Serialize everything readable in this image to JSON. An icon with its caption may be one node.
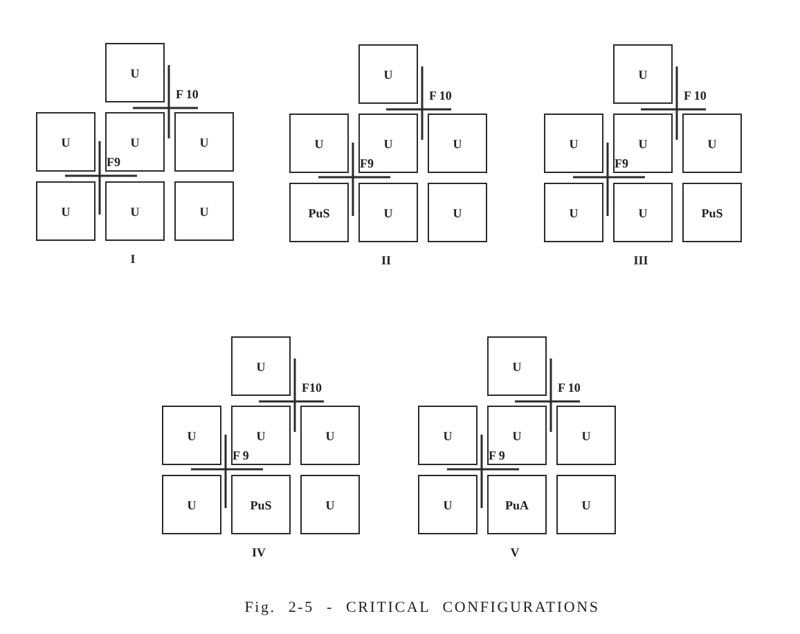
{
  "diagram": {
    "caption": "Fig. 2-5 - CRITICAL CONFIGURATIONS",
    "nodes": [
      {
        "text": [
          "U"
        ]
      },
      {
        "text": [
          "U"
        ]
      },
      {
        "text": [
          "U"
        ]
      },
      {
        "text": [
          "U"
        ]
      },
      {
        "text": [
          "U"
        ]
      },
      {
        "text": [
          "U"
        ]
      },
      {
        "text": [
          "U"
        ]
      },
      {
        "text": [
          "U"
        ]
      },
      {
        "text": [
          "U"
        ]
      },
      {
        "text": [
          "U"
        ]
      },
      {
        "text": [
          "U"
        ]
      },
      {
        "text": [
          "PuS"
        ]
      },
      {
        "text": [
          "U"
        ]
      },
      {
        "text": [
          "U"
        ]
      },
      {
        "text": [
          "U"
        ]
      },
      {
        "text": [
          "U"
        ]
      },
      {
        "text": [
          "U"
        ]
      },
      {
        "text": [
          "U"
        ]
      },
      {
        "text": [
          "U"
        ]
      },
      {
        "text": [
          "U"
        ]
      },
      {
        "text": [
          "PuS"
        ]
      },
      {
        "text": [
          "U"
        ]
      },
      {
        "text": [
          "U"
        ]
      },
      {
        "text": [
          "U"
        ]
      },
      {
        "text": [
          "U"
        ]
      },
      {
        "text": [
          "U"
        ]
      },
      {
        "text": [
          "PuS"
        ]
      },
      {
        "text": [
          "U"
        ]
      },
      {
        "text": [
          "U"
        ]
      },
      {
        "text": [
          "U"
        ]
      },
      {
        "text": [
          "U"
        ]
      },
      {
        "text": [
          "U"
        ]
      },
      {
        "text": [
          "U"
        ]
      },
      {
        "text": [
          "PuA"
        ]
      },
      {
        "text": [
          "U"
        ]
      }
    ],
    "edges": [],
    "labels": [
      "F 10",
      "F9",
      "I",
      "F 10",
      "F9",
      "II",
      "F 10",
      "F9",
      "III",
      "F10",
      "F 9",
      "IV",
      "F 10",
      "F 9",
      "V"
    ]
  }
}
